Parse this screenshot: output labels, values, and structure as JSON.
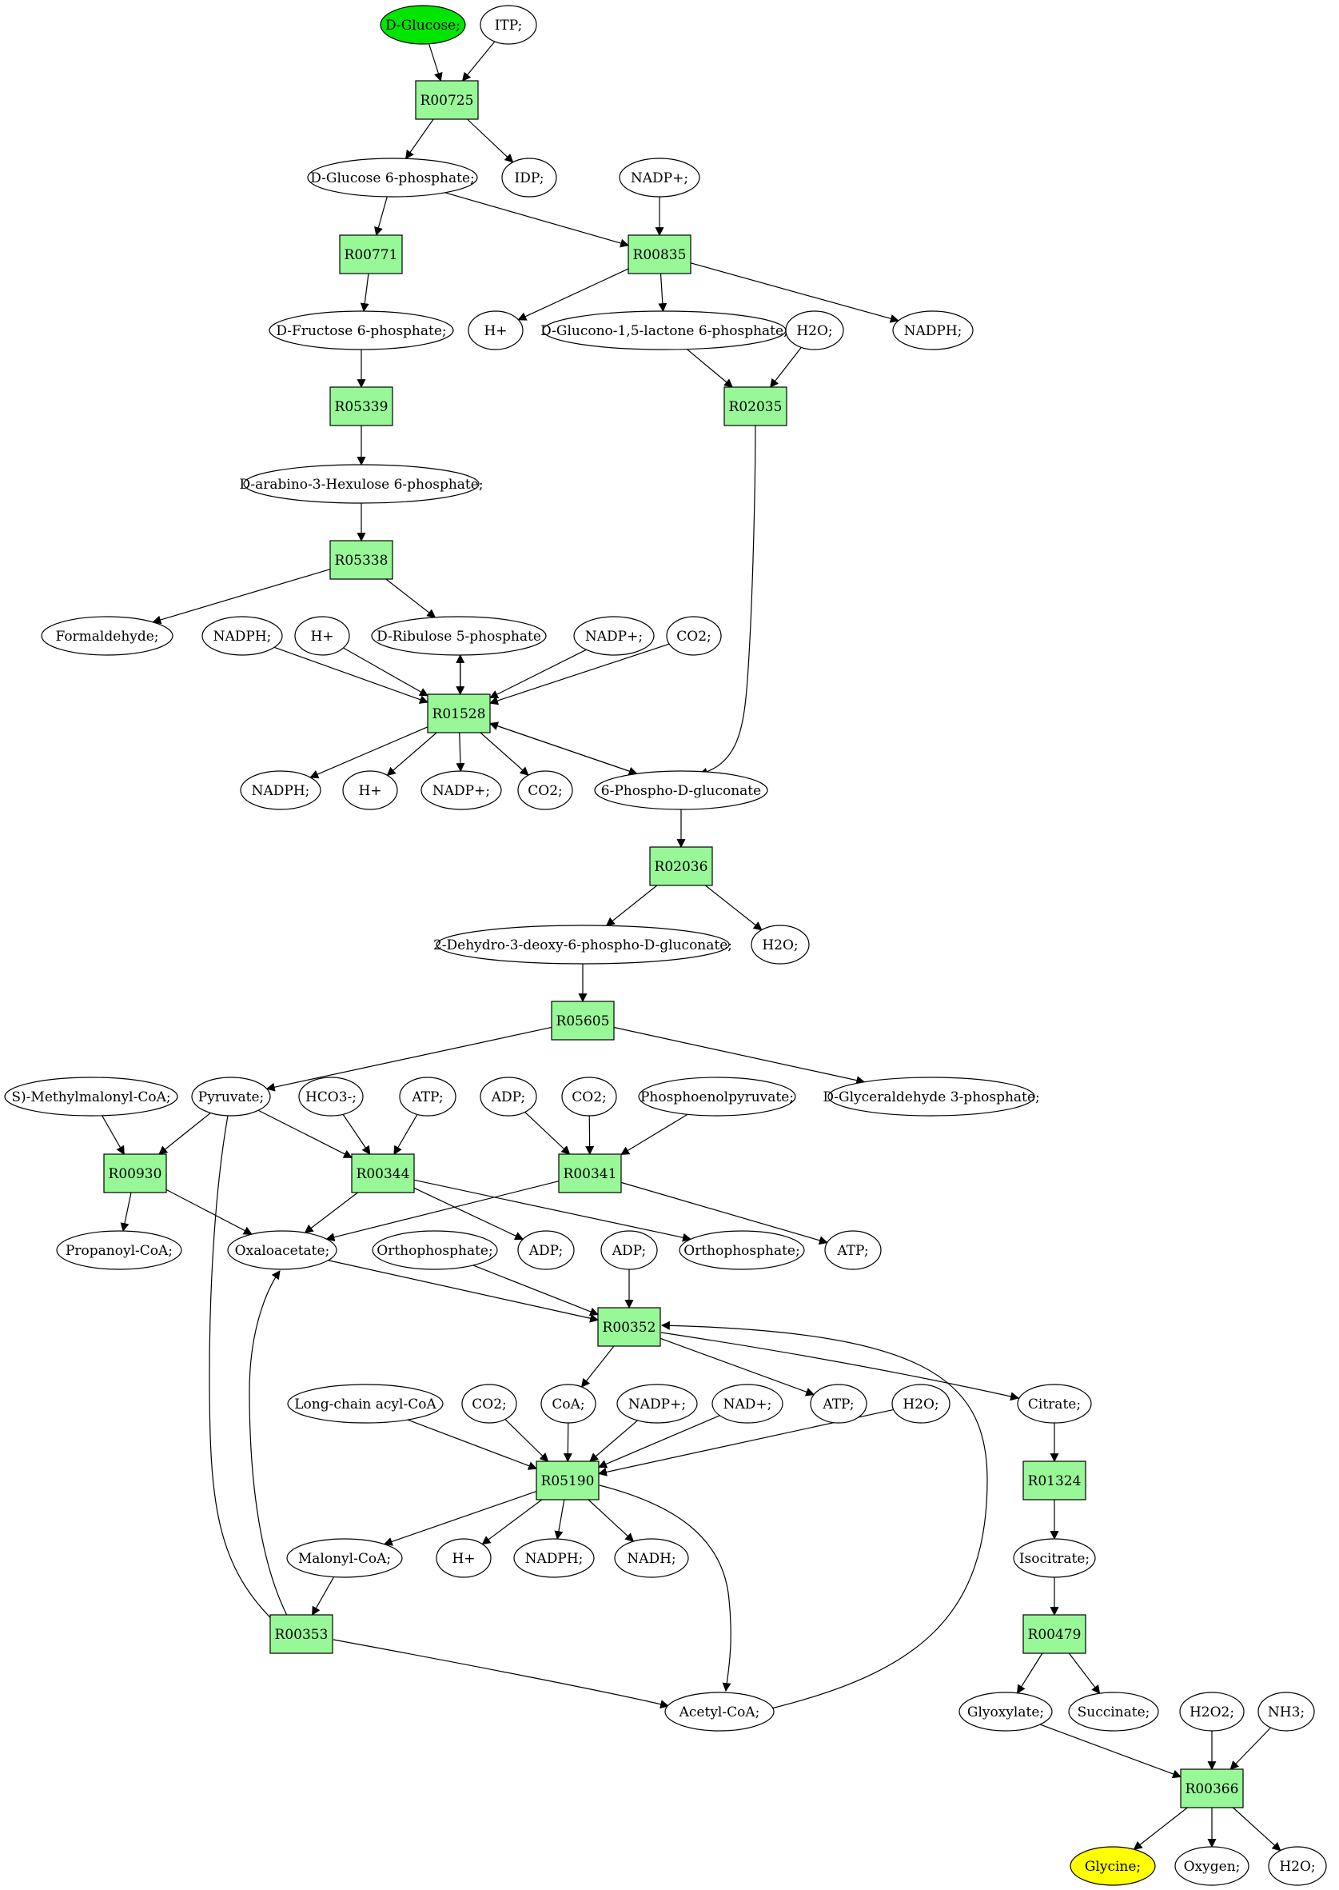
{
  "colors": {
    "reaction_fill": "#98f898",
    "source_fill": "#00e600",
    "target_fill": "#ffff00",
    "compound_fill": "#ffffff",
    "stroke": "#000000"
  },
  "compounds": [
    {
      "id": "glc",
      "label": "D-Glucose;",
      "fill": "#00e600"
    },
    {
      "id": "itp",
      "label": "ITP;"
    },
    {
      "id": "g6p",
      "label": "D-Glucose 6-phosphate;"
    },
    {
      "id": "idp",
      "label": "IDP;"
    },
    {
      "id": "nadp1",
      "label": "NADP+;"
    },
    {
      "id": "f6p",
      "label": "D-Fructose 6-phosphate;"
    },
    {
      "id": "hplus1",
      "label": "H+"
    },
    {
      "id": "glcnl",
      "label": "D-Glucono-1,5-lactone 6-phosphate;"
    },
    {
      "id": "h2o1",
      "label": "H2O;"
    },
    {
      "id": "nadph1",
      "label": "NADPH;"
    },
    {
      "id": "hex",
      "label": "D-arabino-3-Hexulose 6-phosphate;"
    },
    {
      "id": "form",
      "label": "Formaldehyde;"
    },
    {
      "id": "nadph2",
      "label": "NADPH;"
    },
    {
      "id": "hplus2",
      "label": "H+"
    },
    {
      "id": "rib",
      "label": "D-Ribulose 5-phosphate"
    },
    {
      "id": "nadp2",
      "label": "NADP+;"
    },
    {
      "id": "co2a",
      "label": "CO2;"
    },
    {
      "id": "nadph3",
      "label": "NADPH;"
    },
    {
      "id": "hplus3",
      "label": "H+"
    },
    {
      "id": "nadp3",
      "label": "NADP+;"
    },
    {
      "id": "co2b",
      "label": "CO2;"
    },
    {
      "id": "pgl",
      "label": "6-Phospho-D-gluconate"
    },
    {
      "id": "kdpg",
      "label": "2-Dehydro-3-deoxy-6-phospho-D-gluconate;"
    },
    {
      "id": "h2o2",
      "label": "H2O;"
    },
    {
      "id": "smm",
      "label": "S)-Methylmalonyl-CoA;"
    },
    {
      "id": "pyr",
      "label": "Pyruvate;"
    },
    {
      "id": "hco3",
      "label": "HCO3-;"
    },
    {
      "id": "atp1",
      "label": "ATP;"
    },
    {
      "id": "adp1",
      "label": "ADP;"
    },
    {
      "id": "co2c",
      "label": "CO2;"
    },
    {
      "id": "pep",
      "label": "Phosphoenolpyruvate;"
    },
    {
      "id": "gap",
      "label": "D-Glyceraldehyde 3-phosphate;"
    },
    {
      "id": "propcoa",
      "label": "Propanoyl-CoA;"
    },
    {
      "id": "oaa",
      "label": "Oxaloacetate;"
    },
    {
      "id": "pi1",
      "label": "Orthophosphate;"
    },
    {
      "id": "adp2",
      "label": "ADP;"
    },
    {
      "id": "adp3",
      "label": "ADP;"
    },
    {
      "id": "pi2",
      "label": "Orthophosphate;"
    },
    {
      "id": "atp2",
      "label": "ATP;"
    },
    {
      "id": "lcacoa",
      "label": "Long-chain acyl-CoA"
    },
    {
      "id": "co2d",
      "label": "CO2;"
    },
    {
      "id": "coa",
      "label": "CoA;"
    },
    {
      "id": "nadp4",
      "label": "NADP+;"
    },
    {
      "id": "nad",
      "label": "NAD+;"
    },
    {
      "id": "atp3",
      "label": "ATP;"
    },
    {
      "id": "h2o3",
      "label": "H2O;"
    },
    {
      "id": "cit",
      "label": "Citrate;"
    },
    {
      "id": "malcoa",
      "label": "Malonyl-CoA;"
    },
    {
      "id": "hplus4",
      "label": "H+"
    },
    {
      "id": "nadph4",
      "label": "NADPH;"
    },
    {
      "id": "nadh",
      "label": "NADH;"
    },
    {
      "id": "icit",
      "label": "Isocitrate;"
    },
    {
      "id": "accoa",
      "label": "Acetyl-CoA;"
    },
    {
      "id": "glx",
      "label": "Glyoxylate;"
    },
    {
      "id": "succ",
      "label": "Succinate;"
    },
    {
      "id": "h2o2b",
      "label": "H2O2;"
    },
    {
      "id": "nh3",
      "label": "NH3;"
    },
    {
      "id": "gly",
      "label": "Glycine;",
      "fill": "#ffff00"
    },
    {
      "id": "oxy",
      "label": "Oxygen;"
    },
    {
      "id": "h2o4",
      "label": "H2O;"
    }
  ],
  "reactions": [
    {
      "id": "R00725",
      "label": "R00725"
    },
    {
      "id": "R00771",
      "label": "R00771"
    },
    {
      "id": "R00835",
      "label": "R00835"
    },
    {
      "id": "R05339",
      "label": "R05339"
    },
    {
      "id": "R02035",
      "label": "R02035"
    },
    {
      "id": "R05338",
      "label": "R05338"
    },
    {
      "id": "R01528",
      "label": "R01528"
    },
    {
      "id": "R02036",
      "label": "R02036"
    },
    {
      "id": "R05605",
      "label": "R05605"
    },
    {
      "id": "R00930",
      "label": "R00930"
    },
    {
      "id": "R00344",
      "label": "R00344"
    },
    {
      "id": "R00341",
      "label": "R00341"
    },
    {
      "id": "R00352",
      "label": "R00352"
    },
    {
      "id": "R05190",
      "label": "R05190"
    },
    {
      "id": "R01324",
      "label": "R01324"
    },
    {
      "id": "R00353",
      "label": "R00353"
    },
    {
      "id": "R00479",
      "label": "R00479"
    },
    {
      "id": "R00366",
      "label": "R00366"
    }
  ],
  "edges": [
    [
      "glc",
      "R00725"
    ],
    [
      "itp",
      "R00725"
    ],
    [
      "R00725",
      "g6p"
    ],
    [
      "R00725",
      "idp"
    ],
    [
      "g6p",
      "R00771"
    ],
    [
      "g6p",
      "R00835"
    ],
    [
      "nadp1",
      "R00835"
    ],
    [
      "R00771",
      "f6p"
    ],
    [
      "R00835",
      "hplus1"
    ],
    [
      "R00835",
      "glcnl"
    ],
    [
      "R00835",
      "nadph1"
    ],
    [
      "f6p",
      "R05339"
    ],
    [
      "glcnl",
      "R02035"
    ],
    [
      "h2o1",
      "R02035"
    ],
    [
      "R05339",
      "hex"
    ],
    [
      "hex",
      "R05338"
    ],
    [
      "R05338",
      "form"
    ],
    [
      "R05338",
      "rib"
    ],
    [
      "nadph2",
      "R01528"
    ],
    [
      "hplus2",
      "R01528"
    ],
    [
      "rib",
      "R01528"
    ],
    [
      "R01528",
      "rib"
    ],
    [
      "nadp2",
      "R01528"
    ],
    [
      "co2a",
      "R01528"
    ],
    [
      "R01528",
      "nadph3"
    ],
    [
      "R01528",
      "hplus3"
    ],
    [
      "R01528",
      "nadp3"
    ],
    [
      "R01528",
      "co2b"
    ],
    [
      "R01528",
      "pgl"
    ],
    [
      "pgl",
      "R01528"
    ],
    [
      "R02035",
      "pgl"
    ],
    [
      "pgl",
      "R02036"
    ],
    [
      "R02036",
      "kdpg"
    ],
    [
      "R02036",
      "h2o2"
    ],
    [
      "kdpg",
      "R05605"
    ],
    [
      "R05605",
      "pyr"
    ],
    [
      "R05605",
      "gap"
    ],
    [
      "smm",
      "R00930"
    ],
    [
      "pyr",
      "R00930"
    ],
    [
      "R00930",
      "propcoa"
    ],
    [
      "R00930",
      "oaa"
    ],
    [
      "pyr",
      "R00344"
    ],
    [
      "hco3",
      "R00344"
    ],
    [
      "atp1",
      "R00344"
    ],
    [
      "R00344",
      "oaa"
    ],
    [
      "R00344",
      "adp2"
    ],
    [
      "R00344",
      "pi2"
    ],
    [
      "adp1",
      "R00341"
    ],
    [
      "co2c",
      "R00341"
    ],
    [
      "pep",
      "R00341"
    ],
    [
      "R00341",
      "oaa"
    ],
    [
      "R00341",
      "atp2"
    ],
    [
      "oaa",
      "R00352"
    ],
    [
      "pi1",
      "R00352"
    ],
    [
      "adp3",
      "R00352"
    ],
    [
      "accoa",
      "R00352"
    ],
    [
      "R00352",
      "coa"
    ],
    [
      "R00352",
      "atp3"
    ],
    [
      "R00352",
      "cit"
    ],
    [
      "lcacoa",
      "R05190"
    ],
    [
      "co2d",
      "R05190"
    ],
    [
      "coa",
      "R05190"
    ],
    [
      "nadp4",
      "R05190"
    ],
    [
      "nad",
      "R05190"
    ],
    [
      "h2o3",
      "R05190"
    ],
    [
      "R05190",
      "malcoa"
    ],
    [
      "R05190",
      "hplus4"
    ],
    [
      "R05190",
      "nadph4"
    ],
    [
      "R05190",
      "nadh"
    ],
    [
      "R05190",
      "accoa"
    ],
    [
      "cit",
      "R01324"
    ],
    [
      "R01324",
      "icit"
    ],
    [
      "malcoa",
      "R00353"
    ],
    [
      "pyr",
      "R00353"
    ],
    [
      "R00353",
      "oaa"
    ],
    [
      "R00353",
      "accoa"
    ],
    [
      "icit",
      "R00479"
    ],
    [
      "R00479",
      "glx"
    ],
    [
      "R00479",
      "succ"
    ],
    [
      "glx",
      "R00366"
    ],
    [
      "h2o2b",
      "R00366"
    ],
    [
      "nh3",
      "R00366"
    ],
    [
      "R00366",
      "gly"
    ],
    [
      "R00366",
      "oxy"
    ],
    [
      "R00366",
      "h2o4"
    ]
  ]
}
